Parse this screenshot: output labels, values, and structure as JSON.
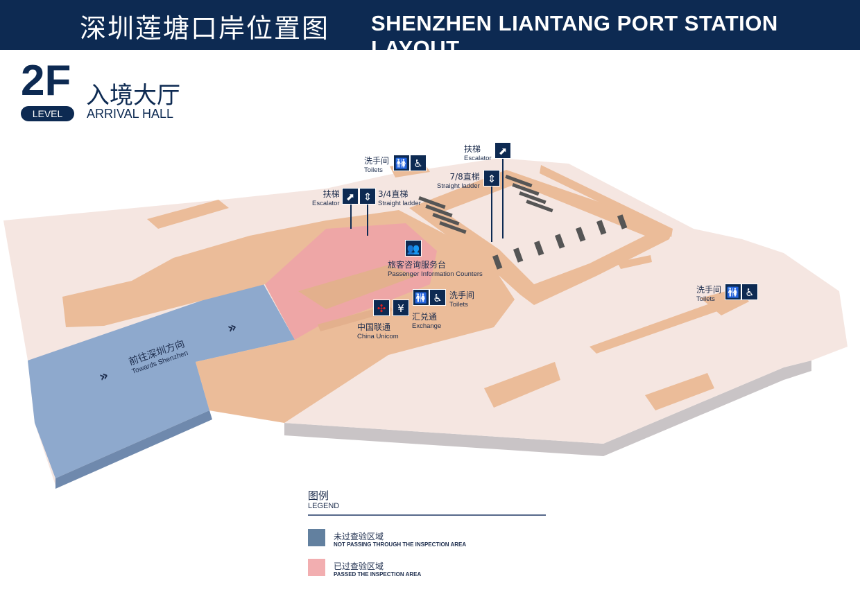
{
  "header": {
    "title_cn": "深圳莲塘口岸位置图",
    "title_en": "SHENZHEN  LIANTANG PORT STATION LAYOUT"
  },
  "level": {
    "number": "2F",
    "badge": "LEVEL",
    "hall_cn": "入境大厅",
    "hall_en": "ARRIVAL HALL"
  },
  "map": {
    "zone": {
      "cn": "前往深圳方向",
      "en": "Towards Shenzhen"
    },
    "labels": {
      "toilets_top": {
        "cn": "洗手间",
        "en": "Toilets"
      },
      "escalator_left": {
        "cn": "扶梯",
        "en": "Escalator"
      },
      "lift_34": {
        "cn": "3/4直梯",
        "en": "Straight ladder"
      },
      "escalator_right": {
        "cn": "扶梯",
        "en": "Escalator"
      },
      "lift_78": {
        "cn": "7/8直梯",
        "en": "Straight ladder"
      },
      "info": {
        "cn": "旅客咨询服务台",
        "en": "Passenger  Information Counters"
      },
      "toilets_mid": {
        "cn": "洗手间",
        "en": "Toilets"
      },
      "exchange": {
        "cn": "汇兑通",
        "en": "Exchange"
      },
      "unicom": {
        "cn": "中国联通",
        "en": "China Unicom"
      },
      "toilets_right": {
        "cn": "洗手间",
        "en": "Toilets"
      }
    },
    "icons": {
      "toilet": "🚻",
      "accessible": "♿",
      "escalator": "⬈",
      "lift": "⇕",
      "info": "👥",
      "exchange": "¥",
      "unicom": "✣",
      "chevron": "»"
    }
  },
  "legend": {
    "title_cn": "图例",
    "title_en": "LEGEND",
    "items": [
      {
        "cn": "未过查验区域",
        "en": "NOT PASSING THROUGH THE INSPECTION AREA",
        "color": "#62809f"
      },
      {
        "cn": "已过查验区域",
        "en": "PASSED THE INSPECTION AREA",
        "color": "#f2aeb0"
      }
    ]
  },
  "colors": {
    "header": "#0d2a52",
    "floor": "#f5e6e1",
    "structure": "#ebbc99",
    "not_inspected": "#8ea9cd",
    "inspected": "#eea6a6"
  }
}
